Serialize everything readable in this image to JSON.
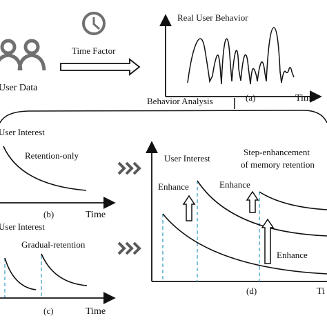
{
  "labels": {
    "user_data": "User Data",
    "time_factor": "Time Factor",
    "real_user_behavior": "Real User Behavior",
    "panel_a": "(a)",
    "time": "Time",
    "behavior_analysis": "Behavior Analysis",
    "user_interest": "User Interest",
    "retention_only": "Retention-only",
    "panel_b": "(b)",
    "gradual_retention": "Gradual-retention",
    "panel_c": "(c)",
    "step_enhancement_line1": "Step-enhancement",
    "step_enhancement_line2": "of memory retention",
    "enhance": "Enhance",
    "panel_d": "(d)",
    "time_truncated": "Ti"
  },
  "colors": {
    "line": "#111111",
    "icon_gray": "#707070",
    "dashed": "#5fb2d4",
    "chevron": "#5a5a5a"
  },
  "icons": {
    "users": "two-user-icon",
    "clock": "clock-icon",
    "arrow": "right-arrow-icon",
    "chevrons": "triple-chevron-icon",
    "up_arrow": "up-arrow-icon"
  }
}
